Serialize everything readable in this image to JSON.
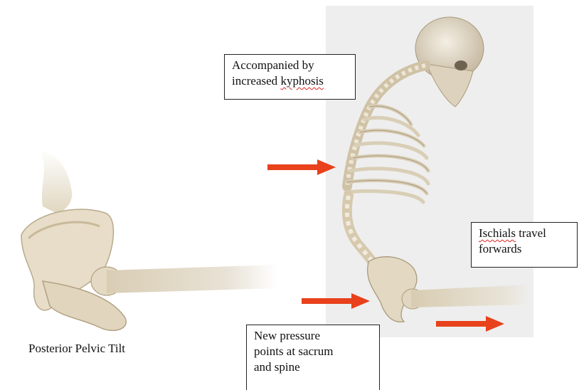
{
  "captions": {
    "left_label": "Posterior Pelvic Tilt"
  },
  "callouts": {
    "kyphosis": {
      "line1": "Accompanied by",
      "line2_plain": "increased ",
      "line2_marked": "kyphosis"
    },
    "ischials": {
      "line1_marked": "Ischials",
      "line1_plain": " travel",
      "line2": "forwards"
    },
    "pressure": {
      "line1": "New pressure",
      "line2": "points at sacrum",
      "line3": "and spine"
    }
  },
  "colors": {
    "arrow": "#e8411c",
    "bone": "#e6ddc9",
    "bone_shadow": "#b7a98e",
    "panel": "#eeeeee",
    "spellcheck": "#d22222"
  },
  "icons": [
    "right-arrow-icon",
    "pelvis-illustration",
    "skeleton-illustration"
  ]
}
